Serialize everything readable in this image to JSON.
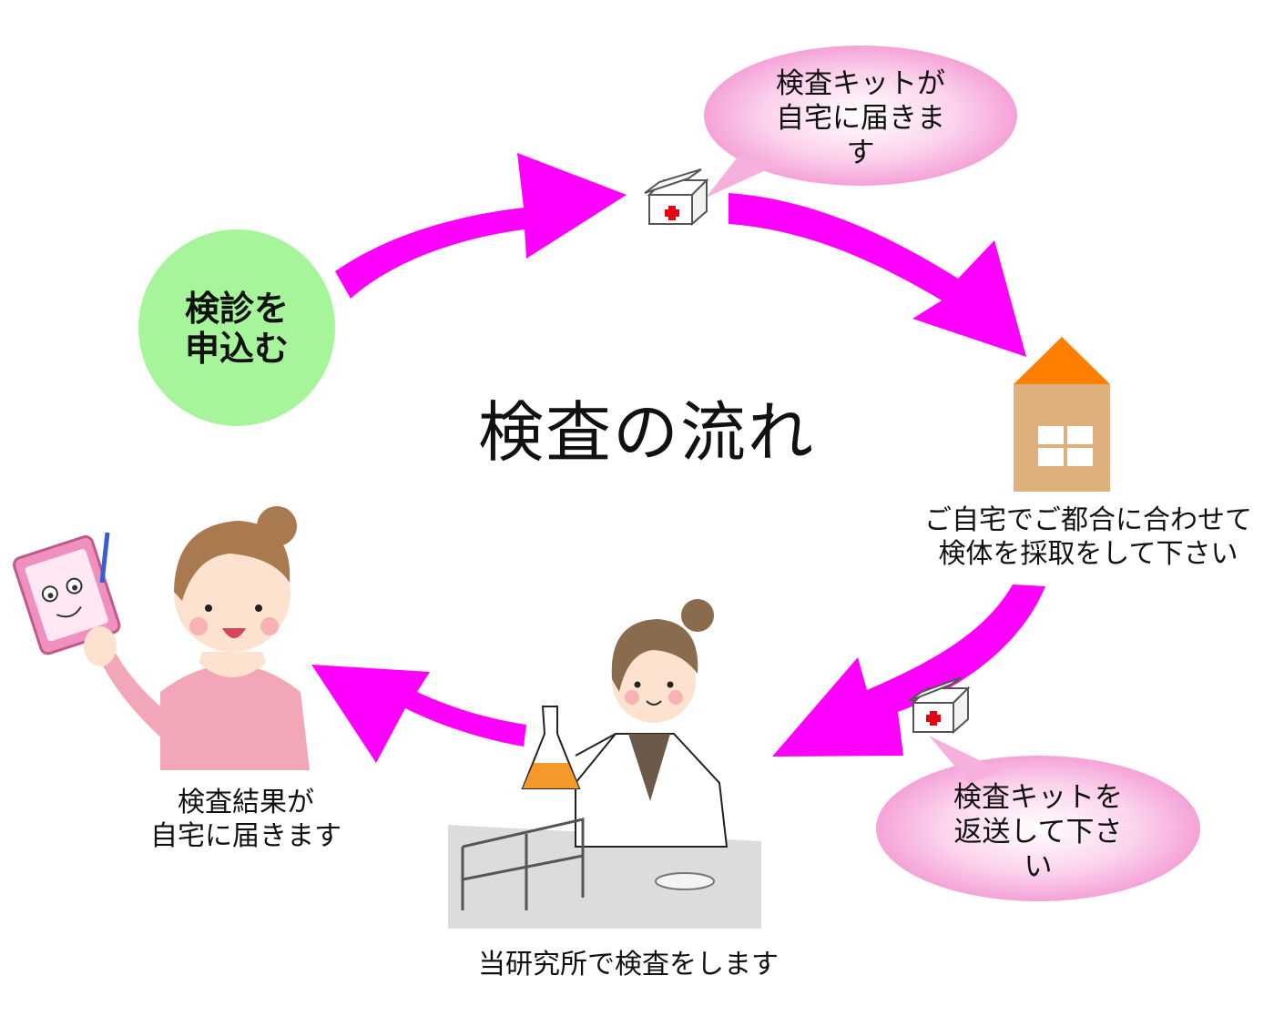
{
  "title": "検査の流れ",
  "steps": {
    "apply": "検診を\n申込む",
    "kit_arrives": "検査キットが\n自宅に届きま\nす",
    "collect": "ご自宅でご都合に合わせて\n検体を採取をして下さい",
    "return_kit": "検査キットを\n返送して下さ\nい",
    "lab_test": "当研究所で検査をします",
    "result": "検査結果が\n自宅に届きます"
  },
  "colors": {
    "arrow": "#ff00ff",
    "start_circle": "#a7f59a",
    "bubble_pink": "#f7a8d8",
    "roof": "#ff7f00",
    "house": "#deb07e",
    "cross": "#e60012"
  },
  "icons": [
    "medical-kit-icon",
    "house-icon",
    "researcher-illustration",
    "woman-with-tablet-illustration"
  ]
}
